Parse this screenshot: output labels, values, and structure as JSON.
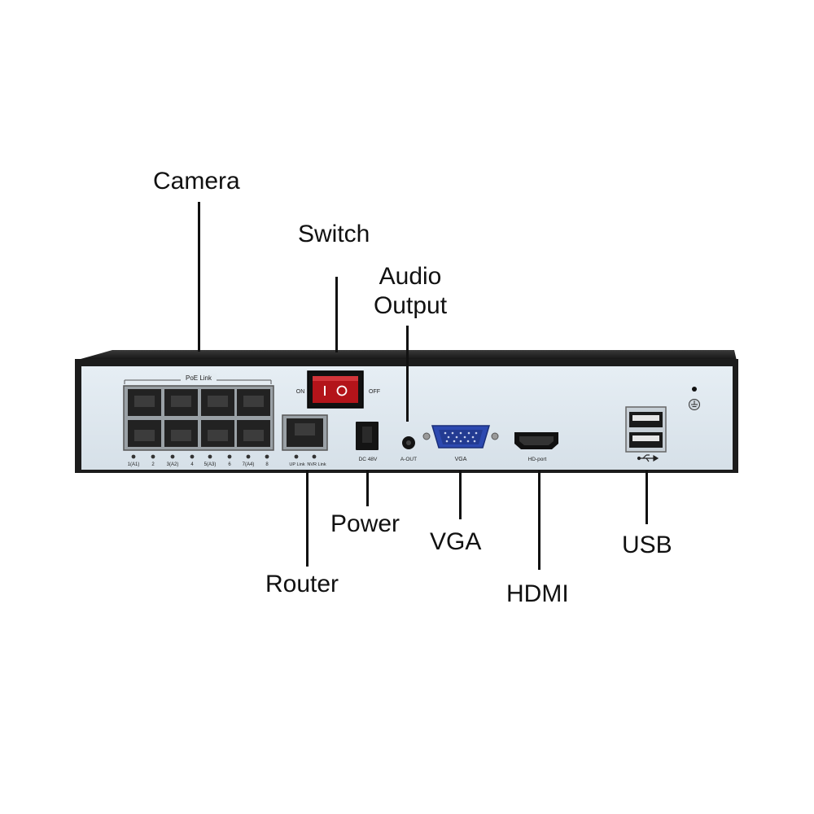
{
  "callouts": {
    "camera": "Camera",
    "switch": "Switch",
    "audio_line1": "Audio",
    "audio_line2": "Output",
    "power": "Power",
    "vga": "VGA",
    "hdmi": "HDMI",
    "usb": "USB",
    "router": "Router"
  },
  "panel": {
    "poe_link": "PoE Link",
    "port_labels": [
      "1(A1)",
      "2",
      "3(A2)",
      "4",
      "5(A3)",
      "6",
      "7(A4)",
      "8"
    ],
    "uplink": "UP Link",
    "nvr_link": "NVR Link",
    "switch_on": "ON",
    "switch_off": "OFF",
    "dc": "DC 48V",
    "aout": "A-OUT",
    "vga": "VGA",
    "hdport": "HD-port"
  },
  "colors": {
    "chassis_dark": "#1c1c1c",
    "panel_face": "#dfe8ef",
    "vga_blue": "#2c49b0",
    "switch_red": "#b3141a"
  }
}
